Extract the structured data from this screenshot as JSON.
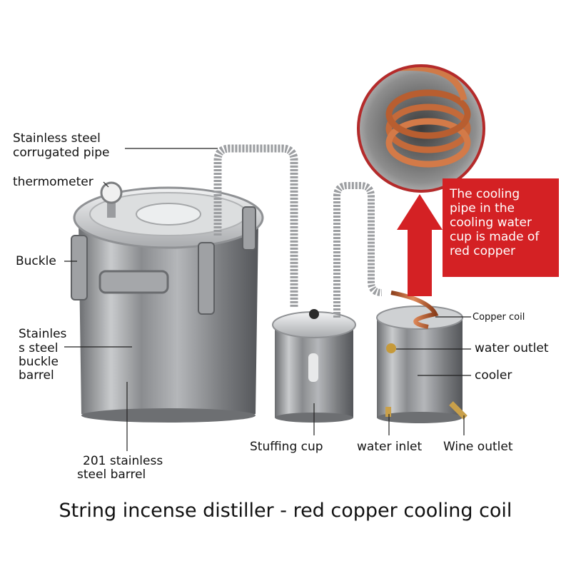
{
  "labels": {
    "corrugated_pipe_line1": "Stainless steel",
    "corrugated_pipe_line2": "corrugated pipe",
    "thermometer": "thermometer",
    "buckle": "Buckle",
    "buckle_barrel_line1": "Stainles",
    "buckle_barrel_line2": "s steel",
    "buckle_barrel_line3": "buckle",
    "buckle_barrel_line4": "barrel",
    "steel_barrel_line1": "201 stainless",
    "steel_barrel_line2": "steel barrel",
    "stuffing_cup": "Stuffing cup",
    "water_inlet": "water inlet",
    "wine_outlet": "Wine outlet",
    "copper_coil": "Copper coil",
    "water_outlet": "water outlet",
    "cooler": "cooler"
  },
  "callout": {
    "line1": "The cooling",
    "line2": "pipe in the",
    "line3": "cooling water",
    "line4": "cup is made of",
    "line5": "red copper",
    "color": "#d42124"
  },
  "caption": "String incense distiller - red copper cooling coil"
}
